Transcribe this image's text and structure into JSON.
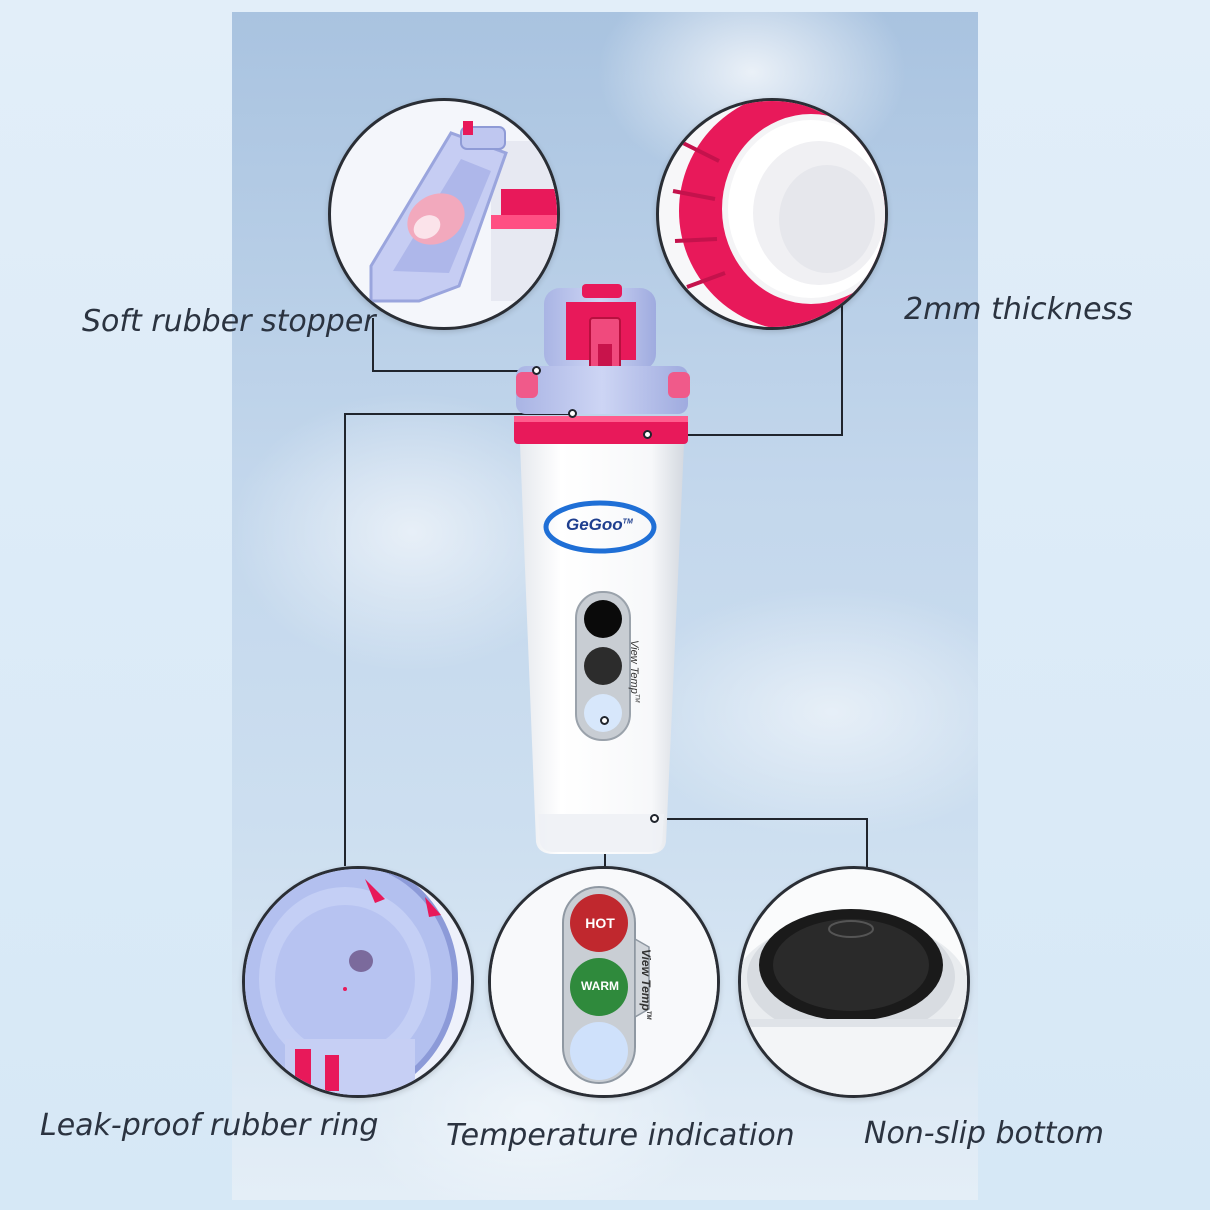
{
  "labels": {
    "stopper": "Soft rubber stopper",
    "thickness": "2mm thickness",
    "ring": "Leak-proof rubber ring",
    "temperature": "Temperature indication",
    "bottom": "Non-slip bottom"
  },
  "brand": {
    "name": "GeGoo",
    "tm": "TM"
  },
  "indicator": {
    "hot": "HOT",
    "warm": "WARM",
    "view_temp": "View Temp",
    "view_temp_tm": "TM"
  },
  "colors": {
    "accent_pink": "#e8195a",
    "lid_lavender": "#b9c4ee",
    "hot_red": "#c0282e",
    "warm_green": "#2f8a3c",
    "cool_blue": "#cfe1fb"
  }
}
